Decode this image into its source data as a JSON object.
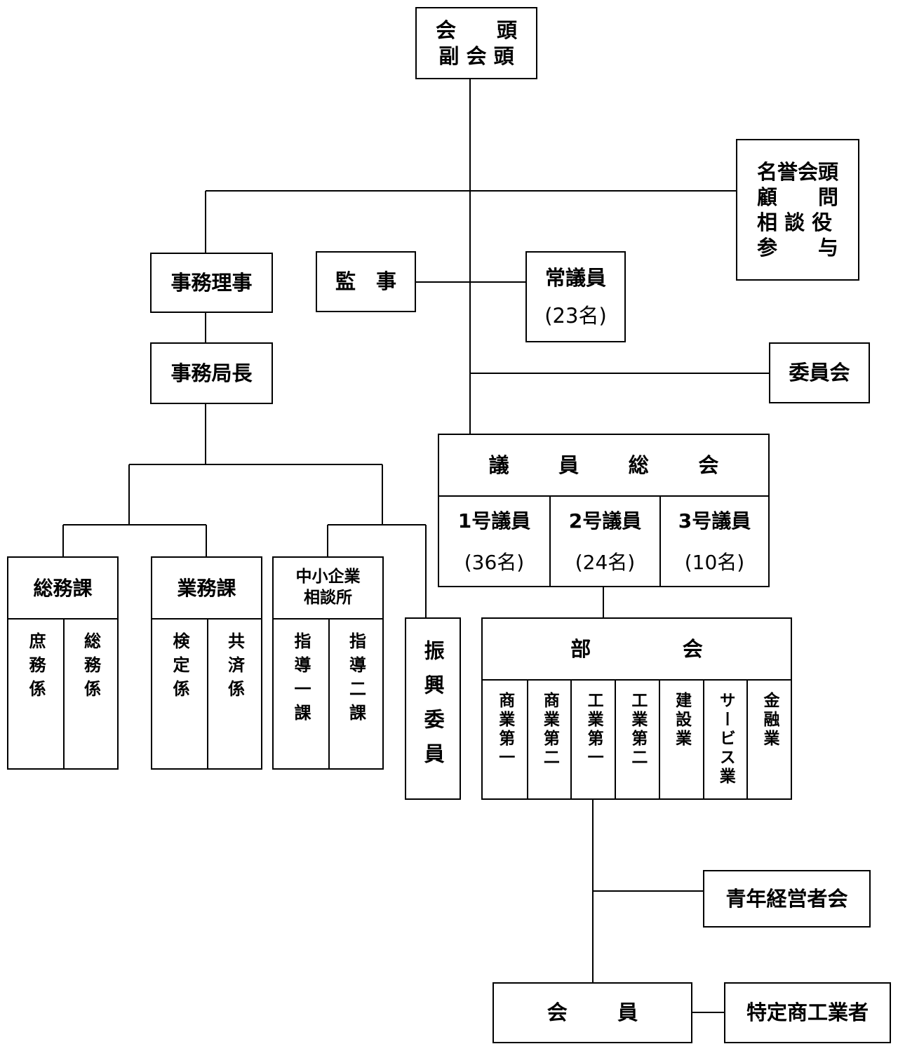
{
  "top": {
    "line1": "会　　頭",
    "line2": "副 会 頭"
  },
  "honorary": {
    "lines": [
      "名誉会頭",
      "顧　　問",
      "相 談 役",
      "参　　与"
    ]
  },
  "executive_director": "事務理事",
  "auditor": "監　事",
  "standing_members": {
    "label": "常議員",
    "count": "(23名)"
  },
  "committee": "委員会",
  "secretary_general": "事務局長",
  "assembly": {
    "title": [
      "議",
      "員",
      "総",
      "会"
    ],
    "groups": [
      {
        "label": "1号議員",
        "count": "(36名)"
      },
      {
        "label": "2号議員",
        "count": "(24名)"
      },
      {
        "label": "3号議員",
        "count": "(10名)"
      }
    ]
  },
  "departments": [
    {
      "name": "総務課",
      "units": [
        "庶務係",
        "総務係"
      ]
    },
    {
      "name": "業務課",
      "units": [
        "検定係",
        "共済係"
      ]
    },
    {
      "name": "中小企業相談所",
      "name_lines": [
        "中小企業",
        "相談所"
      ],
      "units": [
        "指導一課",
        "指導二課"
      ]
    }
  ],
  "promotion_committee": "振興委員",
  "divisions": {
    "title": [
      "部",
      "会"
    ],
    "items": [
      "商業第一",
      "商業第二",
      "工業第一",
      "工業第二",
      "建設業",
      "サービス業",
      "金融業"
    ]
  },
  "youth": "青年経営者会",
  "members": {
    "title": [
      "会",
      "員"
    ]
  },
  "specified": "特定商工業者"
}
